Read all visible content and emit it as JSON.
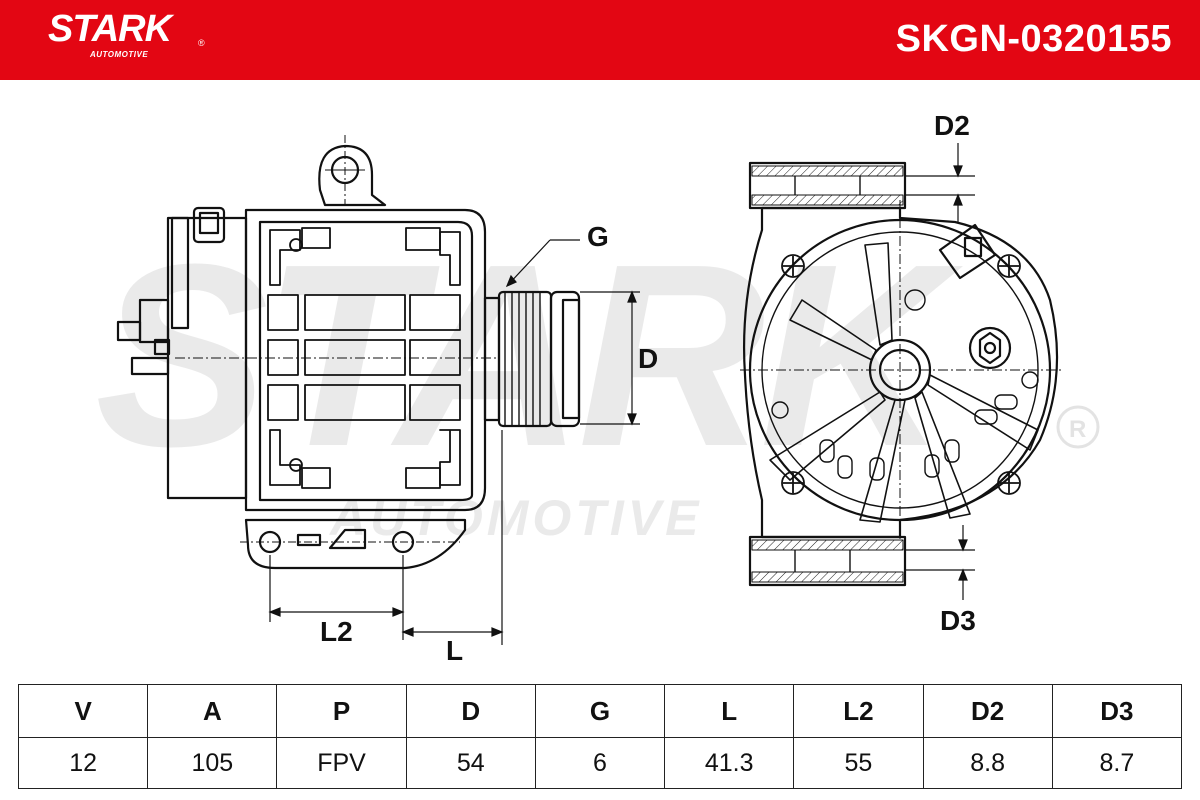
{
  "header": {
    "brand_name": "STARK",
    "brand_reg": "®",
    "brand_sub": "AUTOMOTIVE",
    "part_number": "SKGN-0320155",
    "bg_color": "#e30613"
  },
  "drawing": {
    "labels": {
      "d2": "D2",
      "g": "G",
      "d": "D",
      "d3": "D3",
      "l2": "L2",
      "l": "L"
    }
  },
  "specs": {
    "headers": [
      "V",
      "A",
      "P",
      "D",
      "G",
      "L",
      "L2",
      "D2",
      "D3"
    ],
    "values": [
      "12",
      "105",
      "FPV",
      "54",
      "6",
      "41.3",
      "55",
      "8.8",
      "8.7"
    ]
  }
}
